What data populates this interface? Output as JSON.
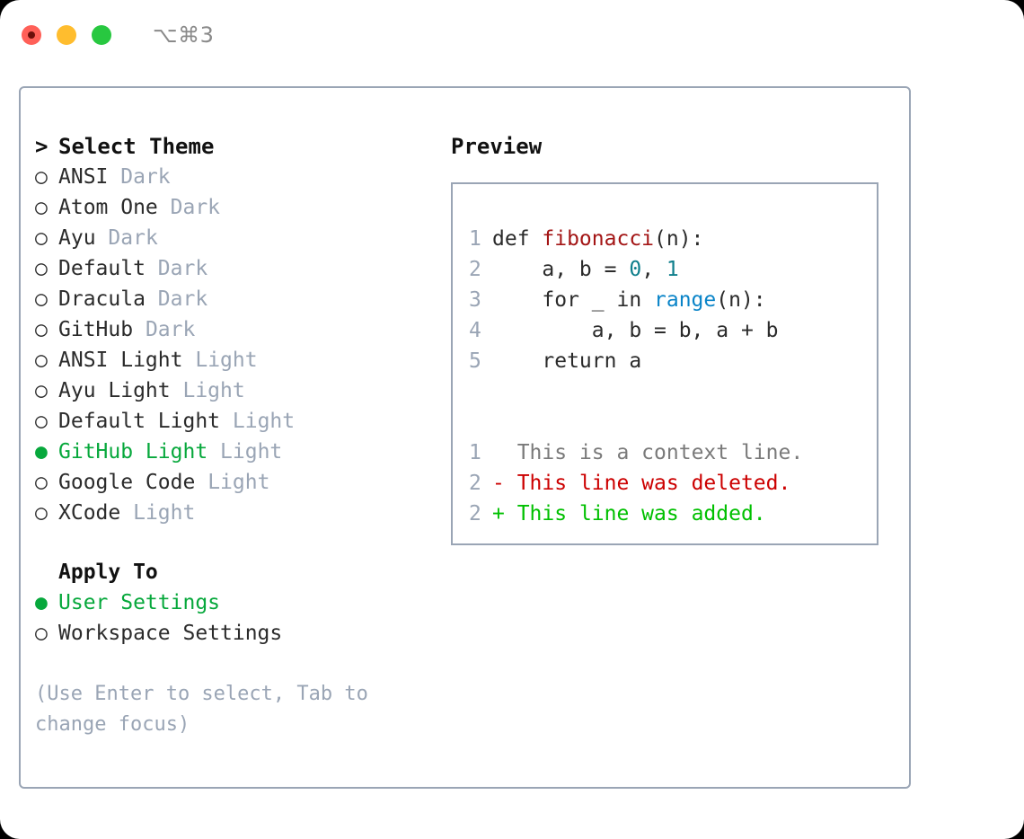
{
  "titlebar": {
    "shortcut": "⌥⌘3",
    "lights": [
      {
        "name": "close",
        "color": "#ff6058"
      },
      {
        "name": "minimize",
        "color": "#ffbd2e"
      },
      {
        "name": "maximize",
        "color": "#28c840"
      }
    ]
  },
  "theme_picker": {
    "heading": "Select Theme",
    "heading_marker": ">",
    "bullet_unselected": "○",
    "bullet_selected": "●",
    "options": [
      {
        "label": "ANSI",
        "variant": "Dark",
        "selected": false
      },
      {
        "label": "Atom One",
        "variant": "Dark",
        "selected": false
      },
      {
        "label": "Ayu",
        "variant": "Dark",
        "selected": false
      },
      {
        "label": "Default",
        "variant": "Dark",
        "selected": false
      },
      {
        "label": "Dracula",
        "variant": "Dark",
        "selected": false
      },
      {
        "label": "GitHub",
        "variant": "Dark",
        "selected": false
      },
      {
        "label": "ANSI Light",
        "variant": "Light",
        "selected": false
      },
      {
        "label": "Ayu Light",
        "variant": "Light",
        "selected": false
      },
      {
        "label": "Default Light",
        "variant": "Light",
        "selected": false
      },
      {
        "label": "GitHub Light",
        "variant": "Light",
        "selected": true
      },
      {
        "label": "Google Code",
        "variant": "Light",
        "selected": false
      },
      {
        "label": "XCode",
        "variant": "Light",
        "selected": false
      }
    ]
  },
  "apply_to": {
    "heading": "Apply To",
    "options": [
      {
        "label": "User Settings",
        "selected": true
      },
      {
        "label": "Workspace Settings",
        "selected": false
      }
    ]
  },
  "hint": "(Use Enter to select, Tab to change focus)",
  "preview": {
    "title": "Preview",
    "code_lines": [
      {
        "number": "1",
        "tokens": [
          {
            "text": "def ",
            "type": "kw"
          },
          {
            "text": "fibonacci",
            "type": "fn"
          },
          {
            "text": "(n):",
            "type": "punct"
          }
        ]
      },
      {
        "number": "2",
        "tokens": [
          {
            "text": "    a, b = ",
            "type": "kw"
          },
          {
            "text": "0",
            "type": "num"
          },
          {
            "text": ", ",
            "type": "punct"
          },
          {
            "text": "1",
            "type": "num"
          }
        ]
      },
      {
        "number": "3",
        "tokens": [
          {
            "text": "    for _ in ",
            "type": "kw"
          },
          {
            "text": "range",
            "type": "builtin"
          },
          {
            "text": "(n):",
            "type": "punct"
          }
        ]
      },
      {
        "number": "4",
        "tokens": [
          {
            "text": "        a, b = b, a + b",
            "type": "kw"
          }
        ]
      },
      {
        "number": "5",
        "tokens": [
          {
            "text": "    return a",
            "type": "kw"
          }
        ]
      }
    ],
    "diff_lines": [
      {
        "number": "1",
        "sign": " ",
        "text": " This is a context line.",
        "kind": "context"
      },
      {
        "number": "2",
        "sign": "-",
        "text": " This line was deleted.",
        "kind": "del"
      },
      {
        "number": "2",
        "sign": "+",
        "text": " This line was added.",
        "kind": "add"
      }
    ]
  },
  "colors": {
    "selected_green": "#07a83c",
    "muted": "#9aa5b5",
    "border": "#9aa5b5",
    "diff_delete": "#cc0000",
    "diff_add": "#00c000",
    "syntax_function": "#a31515",
    "syntax_number": "#0f7f8c",
    "syntax_builtin": "#0a84c8"
  }
}
